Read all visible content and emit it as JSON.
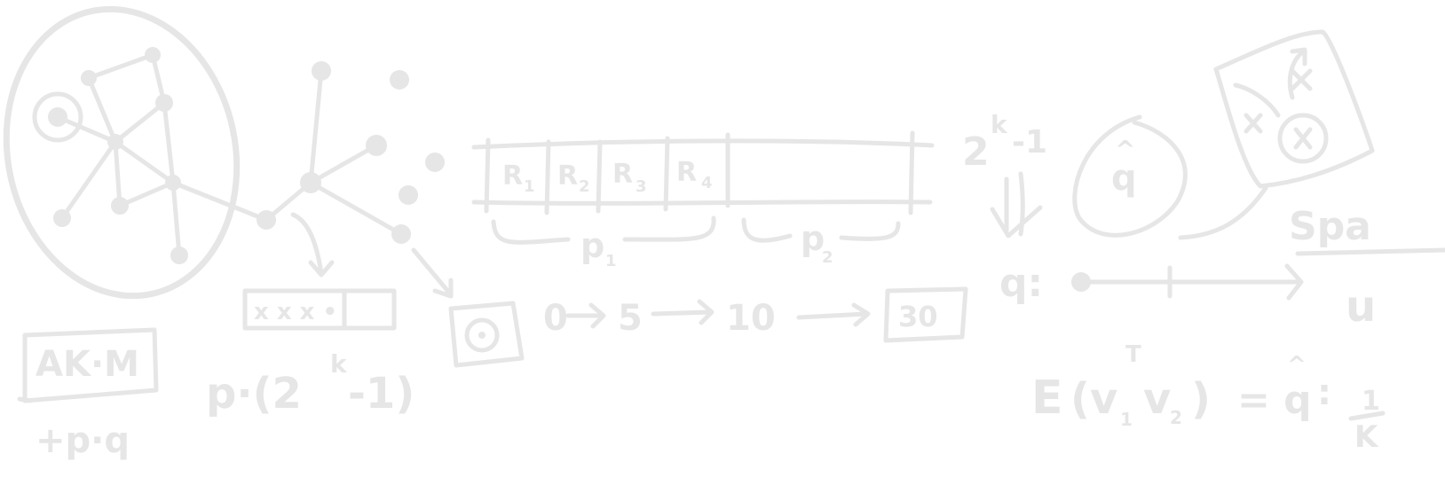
{
  "diagram": {
    "labels": {
      "akm": "AK·M",
      "pq": "+p·q",
      "p_times": "p·(2",
      "k_exp": "k",
      "minus_one": "-1)",
      "r1": "R",
      "r1_sub": "1",
      "r2": "R",
      "r2_sub": "2",
      "r3": "R",
      "r3_sub": "3",
      "r4": "R",
      "r4_sub": "4",
      "p1": "p",
      "p1_sub": "1",
      "p2": "p",
      "p2_sub": "2",
      "bucket": "x x x  •",
      "seq_0": "0",
      "seq_5": "5",
      "seq_10": "10",
      "seq_30": "30",
      "two_k": "2",
      "two_k_exp": "k",
      "two_k_rest": "-1",
      "q_circle": "q",
      "q_hat": "^",
      "q_colon": "q:",
      "expect_e": "E",
      "expect_body": "(v",
      "expect_t": "T",
      "expect_sub1": "1",
      "expect_v2": "v",
      "expect_sub2": "2",
      "expect_close": ")",
      "expect_eq": "= q",
      "expect_colon": ":",
      "span": "Spa",
      "frac_num": "1",
      "frac_den": "K",
      "u_mark": "u"
    }
  }
}
